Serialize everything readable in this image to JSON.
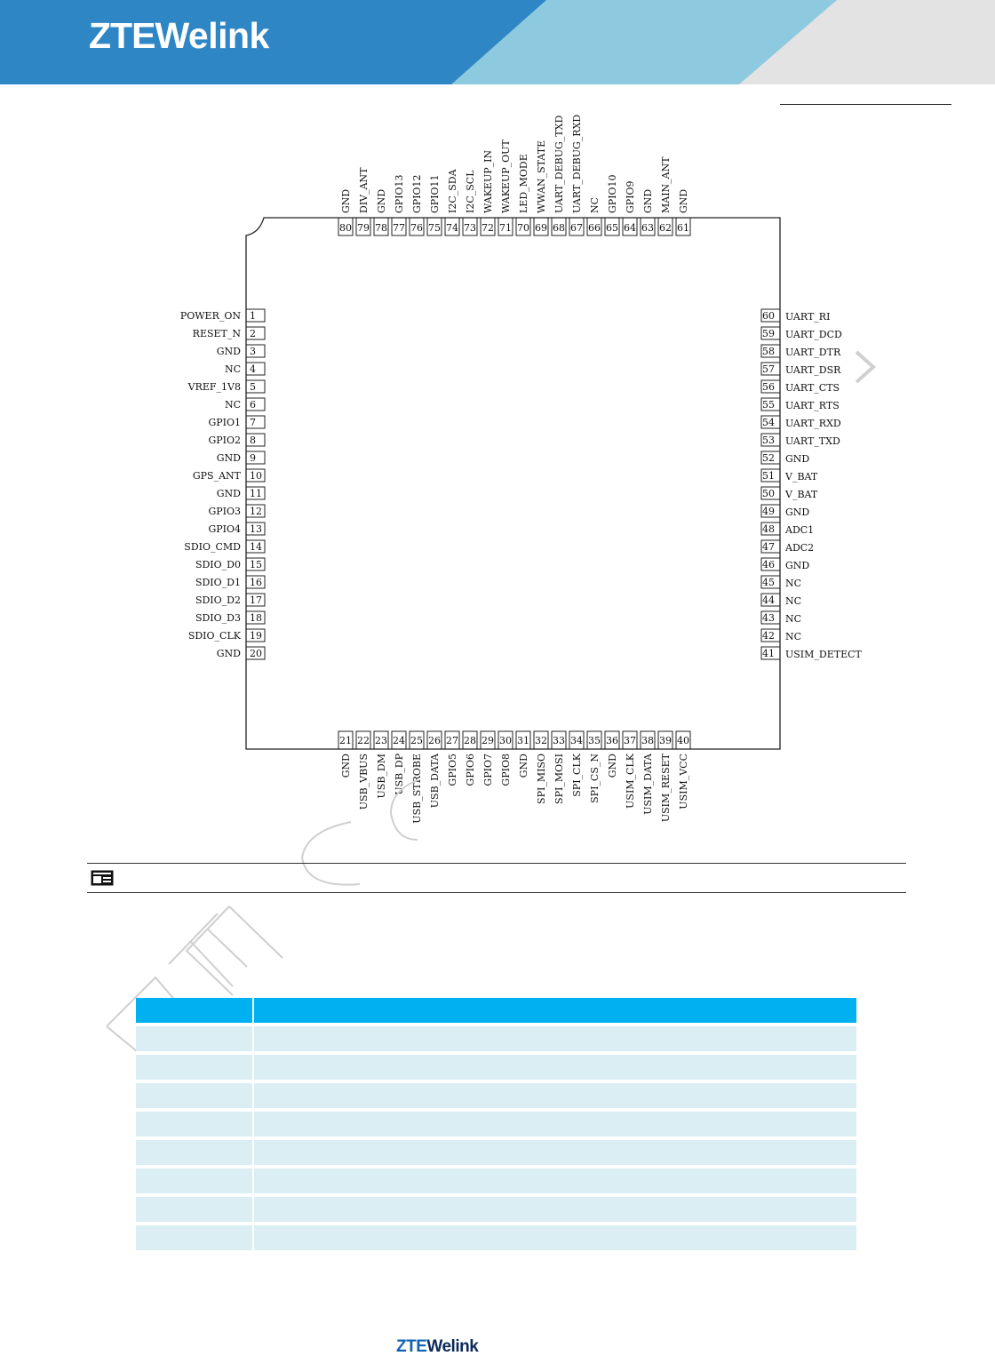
{
  "header": {
    "logo_text": "ZTEWelink",
    "logo_zte": "ZTE",
    "logo_welink": "Welink",
    "colors": {
      "band_dark": "#2c84c4",
      "band_mid": "#7ec0d9",
      "band_light": "#e3e3e3"
    }
  },
  "pinout": {
    "left_pins": [
      {
        "num": "1",
        "name": "POWER_ON"
      },
      {
        "num": "2",
        "name": "RESET_N"
      },
      {
        "num": "3",
        "name": "GND"
      },
      {
        "num": "4",
        "name": "NC"
      },
      {
        "num": "5",
        "name": "VREF_1V8"
      },
      {
        "num": "6",
        "name": "NC"
      },
      {
        "num": "7",
        "name": "GPIO1"
      },
      {
        "num": "8",
        "name": "GPIO2"
      },
      {
        "num": "9",
        "name": "GND"
      },
      {
        "num": "10",
        "name": "GPS_ANT"
      },
      {
        "num": "11",
        "name": "GND"
      },
      {
        "num": "12",
        "name": "GPIO3"
      },
      {
        "num": "13",
        "name": "GPIO4"
      },
      {
        "num": "14",
        "name": "SDIO_CMD"
      },
      {
        "num": "15",
        "name": "SDIO_D0"
      },
      {
        "num": "16",
        "name": "SDIO_D1"
      },
      {
        "num": "17",
        "name": "SDIO_D2"
      },
      {
        "num": "18",
        "name": "SDIO_D3"
      },
      {
        "num": "19",
        "name": "SDIO_CLK"
      },
      {
        "num": "20",
        "name": "GND"
      }
    ],
    "bottom_pins": [
      {
        "num": "21",
        "name": "GND"
      },
      {
        "num": "22",
        "name": "USB_VBUS"
      },
      {
        "num": "23",
        "name": "USB_DM"
      },
      {
        "num": "24",
        "name": "USB_DP"
      },
      {
        "num": "25",
        "name": "USB_STROBE"
      },
      {
        "num": "26",
        "name": "USB_DATA"
      },
      {
        "num": "27",
        "name": "GPIO5"
      },
      {
        "num": "28",
        "name": "GPIO6"
      },
      {
        "num": "29",
        "name": "GPIO7"
      },
      {
        "num": "30",
        "name": "GPIO8"
      },
      {
        "num": "31",
        "name": "GND"
      },
      {
        "num": "32",
        "name": "SPI_MISO"
      },
      {
        "num": "33",
        "name": "SPI_MOSI"
      },
      {
        "num": "34",
        "name": "SPI_CLK"
      },
      {
        "num": "35",
        "name": "SPI_CS_N"
      },
      {
        "num": "36",
        "name": "GND"
      },
      {
        "num": "37",
        "name": "USIM_CLK"
      },
      {
        "num": "38",
        "name": "USIM_DATA"
      },
      {
        "num": "39",
        "name": "USIM_RESET"
      },
      {
        "num": "40",
        "name": "USIM_VCC"
      }
    ],
    "right_pins": [
      {
        "num": "41",
        "name": "USIM_DETECT"
      },
      {
        "num": "42",
        "name": "NC"
      },
      {
        "num": "43",
        "name": "NC"
      },
      {
        "num": "44",
        "name": "NC"
      },
      {
        "num": "45",
        "name": "NC"
      },
      {
        "num": "46",
        "name": "GND"
      },
      {
        "num": "47",
        "name": "ADC2"
      },
      {
        "num": "48",
        "name": "ADC1"
      },
      {
        "num": "49",
        "name": "GND"
      },
      {
        "num": "50",
        "name": "V_BAT"
      },
      {
        "num": "51",
        "name": "V_BAT"
      },
      {
        "num": "52",
        "name": "GND"
      },
      {
        "num": "53",
        "name": "UART_TXD"
      },
      {
        "num": "54",
        "name": "UART_RXD"
      },
      {
        "num": "55",
        "name": "UART_RTS"
      },
      {
        "num": "56",
        "name": "UART_CTS"
      },
      {
        "num": "57",
        "name": "UART_DSR"
      },
      {
        "num": "58",
        "name": "UART_DTR"
      },
      {
        "num": "59",
        "name": "UART_DCD"
      },
      {
        "num": "60",
        "name": "UART_RI"
      }
    ],
    "top_pins": [
      {
        "num": "61",
        "name": "GND"
      },
      {
        "num": "62",
        "name": "MAIN_ANT"
      },
      {
        "num": "63",
        "name": "GND"
      },
      {
        "num": "64",
        "name": "GPIO9"
      },
      {
        "num": "65",
        "name": "GPIO10"
      },
      {
        "num": "66",
        "name": "NC"
      },
      {
        "num": "67",
        "name": "UART_DEBUG_RXD"
      },
      {
        "num": "68",
        "name": "UART_DEBUG_TXD"
      },
      {
        "num": "69",
        "name": "WWAN_STATE"
      },
      {
        "num": "70",
        "name": "LED_MODE"
      },
      {
        "num": "71",
        "name": "WAKEUP_OUT"
      },
      {
        "num": "72",
        "name": "WAKEUP_IN"
      },
      {
        "num": "73",
        "name": "I2C_SCL"
      },
      {
        "num": "74",
        "name": "I2C_SDA"
      },
      {
        "num": "75",
        "name": "GPIO11"
      },
      {
        "num": "76",
        "name": "GPIO12"
      },
      {
        "num": "77",
        "name": "GPIO13"
      },
      {
        "num": "78",
        "name": "GND"
      },
      {
        "num": "79",
        "name": "DIV_ANT"
      },
      {
        "num": "80",
        "name": "GND"
      }
    ]
  },
  "caption": {
    "icon": "figure-caption-icon"
  },
  "table": {
    "colors": {
      "header": "#00b0f0",
      "row": "#daeef3"
    },
    "rows": 8
  },
  "footer": {
    "logo_zte": "ZTE",
    "logo_welink": "Welink"
  },
  "watermark": {
    "letters": [
      "Z",
      "T",
      "E",
      "C",
      "C"
    ],
    "color": "#cfcfcf"
  },
  "nav": {
    "icon": "chevron-right-icon"
  }
}
